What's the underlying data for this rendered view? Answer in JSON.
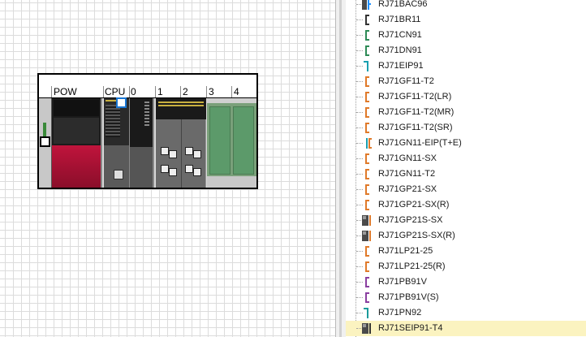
{
  "rack": {
    "slots": [
      "POW",
      "CPU",
      "0",
      "1",
      "2",
      "3",
      "4"
    ]
  },
  "module_list": {
    "items": [
      {
        "label": "RJ71BAC96",
        "icon": "module-icon-blue",
        "color": "#1e90ff"
      },
      {
        "label": "RJ71BR11",
        "icon": "module-icon-dark",
        "color": "#333333"
      },
      {
        "label": "RJ71CN91",
        "icon": "module-icon-green",
        "color": "#2e8b57"
      },
      {
        "label": "RJ71DN91",
        "icon": "module-icon-green",
        "color": "#2e8b57"
      },
      {
        "label": "RJ71EIP91",
        "icon": "module-icon-teal",
        "color": "#1aa0b0"
      },
      {
        "label": "RJ71GF11-T2",
        "icon": "module-icon-orange",
        "color": "#e07a2a"
      },
      {
        "label": "RJ71GF11-T2(LR)",
        "icon": "module-icon-orange",
        "color": "#e07a2a"
      },
      {
        "label": "RJ71GF11-T2(MR)",
        "icon": "module-icon-orange",
        "color": "#e07a2a"
      },
      {
        "label": "RJ71GF11-T2(SR)",
        "icon": "module-icon-orange",
        "color": "#e07a2a"
      },
      {
        "label": "RJ71GN11-EIP(T+E)",
        "icon": "module-icon-orange-teal",
        "color": "#e07a2a"
      },
      {
        "label": "RJ71GN11-SX",
        "icon": "module-icon-orange",
        "color": "#e07a2a"
      },
      {
        "label": "RJ71GN11-T2",
        "icon": "module-icon-orange",
        "color": "#e07a2a"
      },
      {
        "label": "RJ71GP21-SX",
        "icon": "module-icon-orange",
        "color": "#e07a2a"
      },
      {
        "label": "RJ71GP21-SX(R)",
        "icon": "module-icon-orange",
        "color": "#e07a2a"
      },
      {
        "label": "RJ71GP21S-SX",
        "icon": "module-icon-orange-wide",
        "color": "#e07a2a"
      },
      {
        "label": "RJ71GP21S-SX(R)",
        "icon": "module-icon-orange-wide",
        "color": "#e07a2a"
      },
      {
        "label": "RJ71LP21-25",
        "icon": "module-icon-orange",
        "color": "#e07a2a"
      },
      {
        "label": "RJ71LP21-25(R)",
        "icon": "module-icon-orange",
        "color": "#e07a2a"
      },
      {
        "label": "RJ71PB91V",
        "icon": "module-icon-purple",
        "color": "#8a3fa0"
      },
      {
        "label": "RJ71PB91V(S)",
        "icon": "module-icon-purple",
        "color": "#8a3fa0"
      },
      {
        "label": "RJ71PN92",
        "icon": "module-icon-teal",
        "color": "#1a9a9a"
      },
      {
        "label": "RJ71SEIP91-T4",
        "icon": "module-icon-dark-wide",
        "color": "#333333",
        "selected": true
      }
    ]
  }
}
